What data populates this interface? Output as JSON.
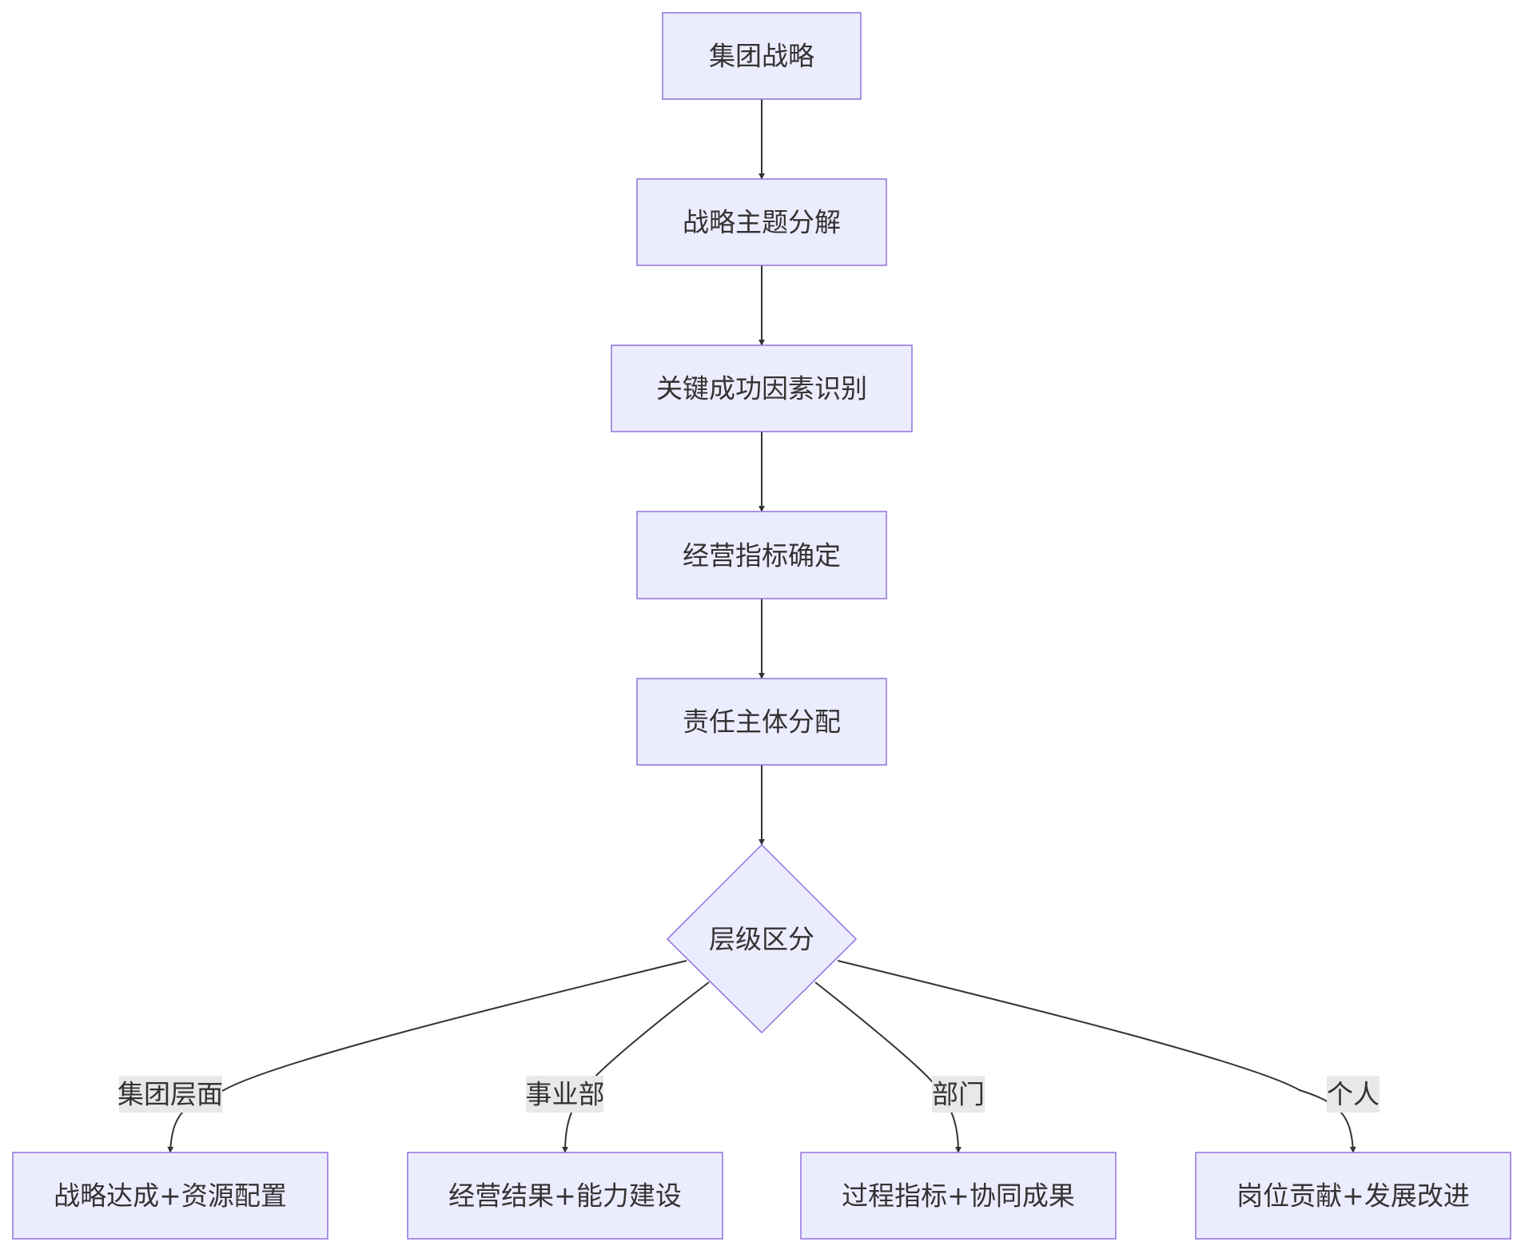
{
  "colors": {
    "node_fill": "#ECECFF",
    "node_stroke": "#9370DB",
    "edge": "#333333",
    "label_bg": "#E8E8E8",
    "text": "#333333"
  },
  "nodes": {
    "group_strategy": "集团战略",
    "theme_decomposition": "战略主题分解",
    "ksf_identification": "关键成功因素识别",
    "kpi_determination": "经营指标确定",
    "responsibility_allocation": "责任主体分配",
    "level_decision": "层级区分",
    "group_outcome": "战略达成+资源配置",
    "bu_outcome": "经营结果+能力建设",
    "dept_outcome": "过程指标+协同成果",
    "individual_outcome": "岗位贡献+发展改进"
  },
  "edge_labels": {
    "group_level": "集团层面",
    "business_unit": "事业部",
    "department": "部门",
    "individual": "个人"
  }
}
